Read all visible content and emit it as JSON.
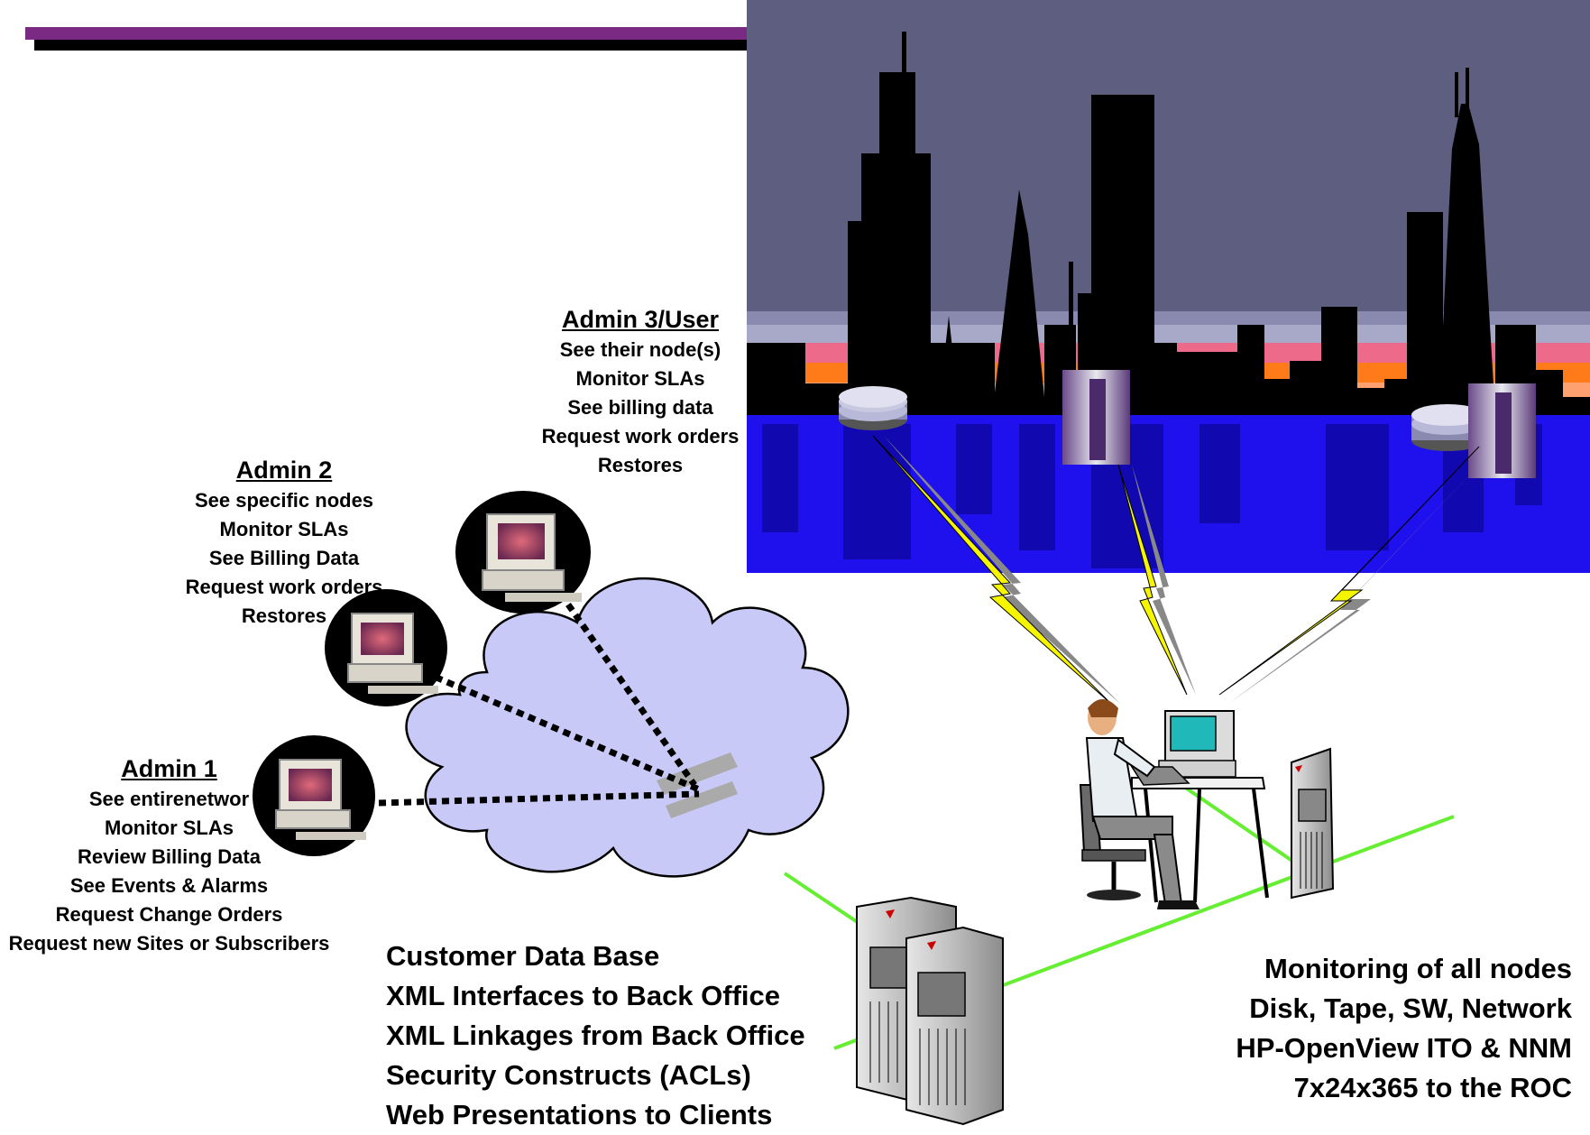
{
  "admin3": {
    "heading": "Admin 3/User",
    "lines": [
      "See their node(s)",
      "Monitor SLAs",
      "See billing data",
      "Request work orders",
      "Restores"
    ]
  },
  "admin2": {
    "heading": "Admin 2",
    "lines": [
      "See specific nodes",
      "Monitor SLAs",
      "See Billing Data",
      "Request work orders",
      "Restores"
    ]
  },
  "admin1": {
    "heading": "Admin 1",
    "lines": [
      "See entirenetwor",
      "Monitor SLAs",
      "Review Billing Data",
      "See Events & Alarms",
      "Request Change Orders",
      "Request new Sites or Subscribers"
    ]
  },
  "datacenter": {
    "lines": [
      "Customer Data Base",
      "XML Interfaces to Back Office",
      "XML Linkages from Back Office",
      "Security Constructs (ACLs)",
      "Web Presentations to Clients"
    ]
  },
  "monitoring": {
    "lines": [
      "Monitoring of all nodes",
      "Disk, Tape, SW, Network",
      "HP-OpenView ITO & NNM",
      "7x24x365 to the ROC"
    ]
  },
  "colors": {
    "title_bar": "#7b2a84",
    "sky": "#5e5e80",
    "water": "#1f10ee",
    "cloud": "#c9c9f7",
    "lightning": "#f5f500",
    "lan": "#66ee33"
  }
}
